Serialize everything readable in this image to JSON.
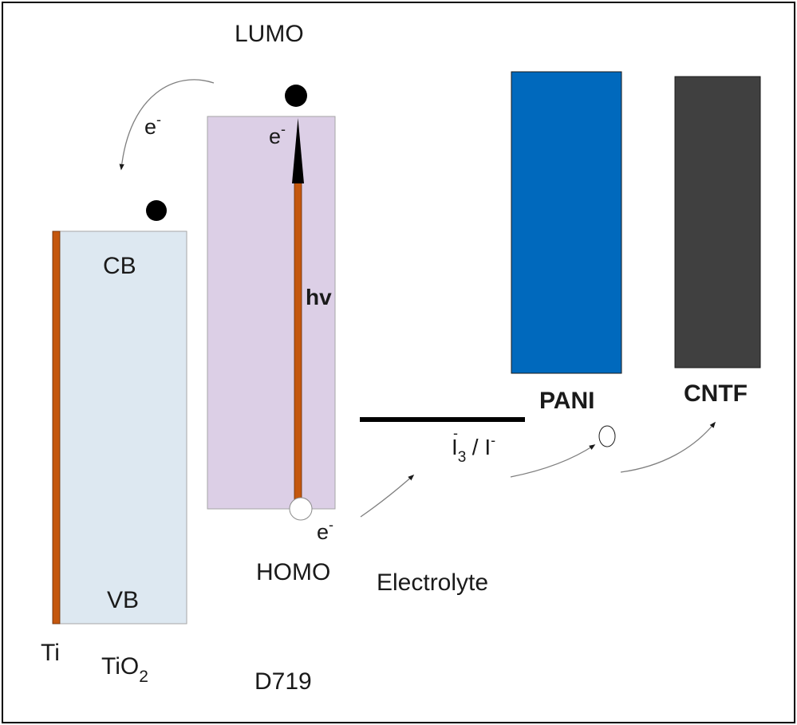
{
  "labels": {
    "lumo": "LUMO",
    "homo": "HOMO",
    "dye": "D719",
    "cb": "CB",
    "vb": "VB",
    "ti": "Ti",
    "tio2_base": "TiO",
    "tio2_sub": "2",
    "hv": "hv",
    "electron_base": "e",
    "electron_sup": "-",
    "electrolyte": "Electrolyte",
    "redox_i_base": "I",
    "redox_sub": "3",
    "redox_sup1": "-",
    "redox_rest": " / I",
    "redox_sup2": "-",
    "pani": "PANI",
    "cntf_a": "CNT",
    "cntf_b": "F"
  },
  "colors": {
    "tio2_fill": "#dde8f1",
    "dye_fill": "#dccfe6",
    "pani_fill": "#0069bd",
    "cntf_fill": "#404040",
    "electrode": "#c4570e",
    "arrow": "#7f7f7f",
    "frame": "#000000"
  }
}
